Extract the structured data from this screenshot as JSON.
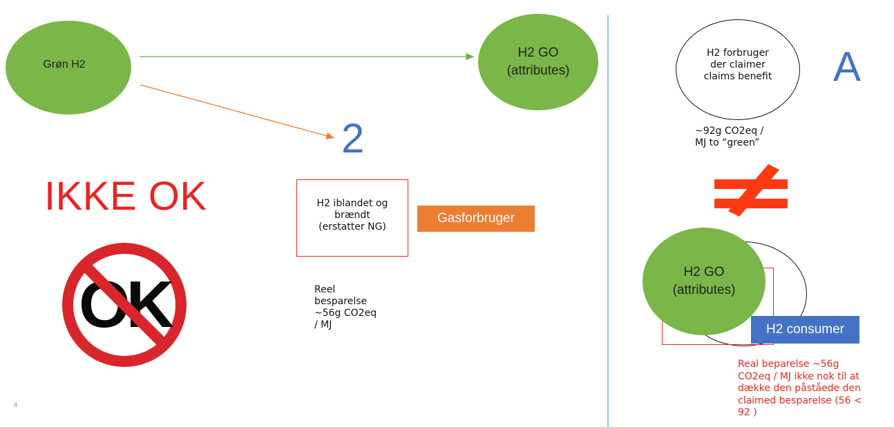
{
  "left": {
    "source_node": "Grøn H2",
    "target_node": "H2 GO\n(attributes)",
    "marker_number": "2",
    "verdict": "IKKE OK",
    "no_ok_icon_text": "OK",
    "box_text": "H2 iblandet og\nbrændt\n(erstatter NG)",
    "consumer_tag": "Gasforbruger",
    "savings_text": "Reel\nbesparelse\n~56g CO2eq\n/ MJ"
  },
  "right": {
    "claimer_node": "H2 forbruger\nder claimer\nclaims benefit",
    "letter": "A",
    "claim_text": "~92g CO2eq /\nMJ to “green”",
    "not_equal_symbol": "≠",
    "go_node": "H2 GO\n(attributes)",
    "consumer_tag": "H2 consumer",
    "real_savings_text": "Real beparelse ~56g\nCO2eq / MJ ikke nok til at\ndække den påståede den\nclaimed besparelse (56 <\n92 )"
  },
  "footer": {
    "page_number": "4"
  },
  "colors": {
    "green": "#7ab648",
    "red": "#e8271f",
    "orange": "#ed7d31",
    "blue": "#4472c4",
    "arrow_green": "#70ad47",
    "divider": "#5b9bd5"
  }
}
